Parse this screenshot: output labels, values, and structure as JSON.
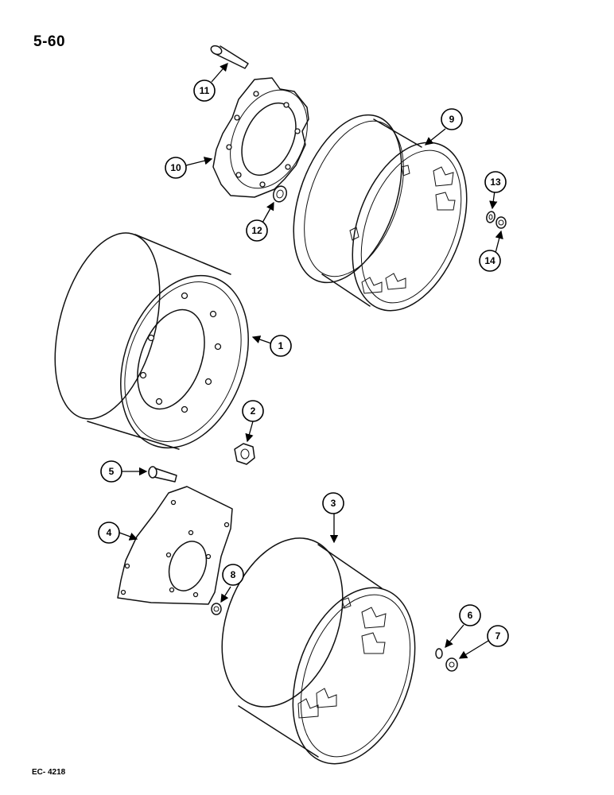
{
  "page": {
    "number": "5-60",
    "figure_code": "EC- 4218"
  },
  "callouts": [
    {
      "id": "1",
      "label": "1"
    },
    {
      "id": "2",
      "label": "2"
    },
    {
      "id": "3",
      "label": "3"
    },
    {
      "id": "4",
      "label": "4"
    },
    {
      "id": "5",
      "label": "5"
    },
    {
      "id": "6",
      "label": "6"
    },
    {
      "id": "7",
      "label": "7"
    },
    {
      "id": "8",
      "label": "8"
    },
    {
      "id": "9",
      "label": "9"
    },
    {
      "id": "10",
      "label": "10"
    },
    {
      "id": "11",
      "label": "11"
    },
    {
      "id": "12",
      "label": "12"
    },
    {
      "id": "13",
      "label": "13"
    },
    {
      "id": "14",
      "label": "14"
    }
  ],
  "colors": {
    "line": "#111111",
    "background": "#ffffff"
  }
}
